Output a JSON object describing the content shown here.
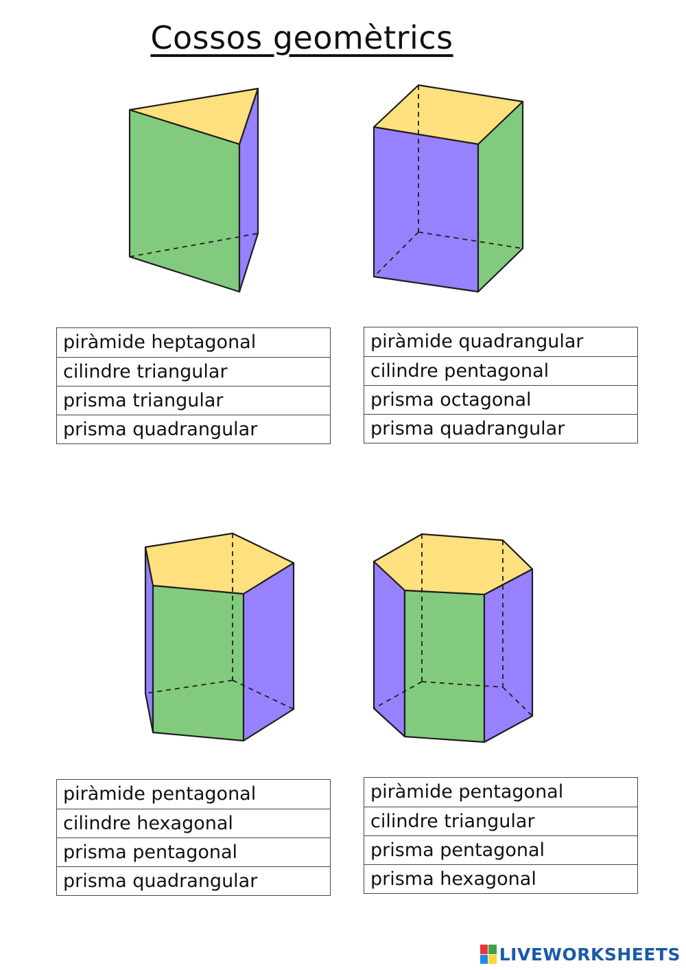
{
  "title": "Cossos geomètrics",
  "colors": {
    "green": "#82CB7E",
    "purple": "#9781FE",
    "yellow": "#FFE07E",
    "edge": "#1e1e1e",
    "brand": "#1a5aa8"
  },
  "figures": [
    {
      "shape": "triangular-prism-figure",
      "options": [
        "piràmide heptagonal",
        "cilindre triangular",
        "prisma triangular",
        "prisma quadrangular"
      ]
    },
    {
      "shape": "quadrangular-prism-figure",
      "options": [
        "piràmide quadrangular",
        "cilindre pentagonal",
        "prisma octagonal",
        "prisma quadrangular"
      ]
    },
    {
      "shape": "pentagonal-prism-figure",
      "options": [
        "piràmide pentagonal",
        "cilindre hexagonal",
        "prisma pentagonal",
        "prisma quadrangular"
      ]
    },
    {
      "shape": "hexagonal-prism-figure",
      "options": [
        "piràmide pentagonal",
        "cilindre triangular",
        "prisma pentagonal",
        "prisma hexagonal"
      ]
    }
  ],
  "brand": {
    "name": "LIVEWORKSHEETS",
    "icon": "liveworksheets-logo-icon"
  }
}
